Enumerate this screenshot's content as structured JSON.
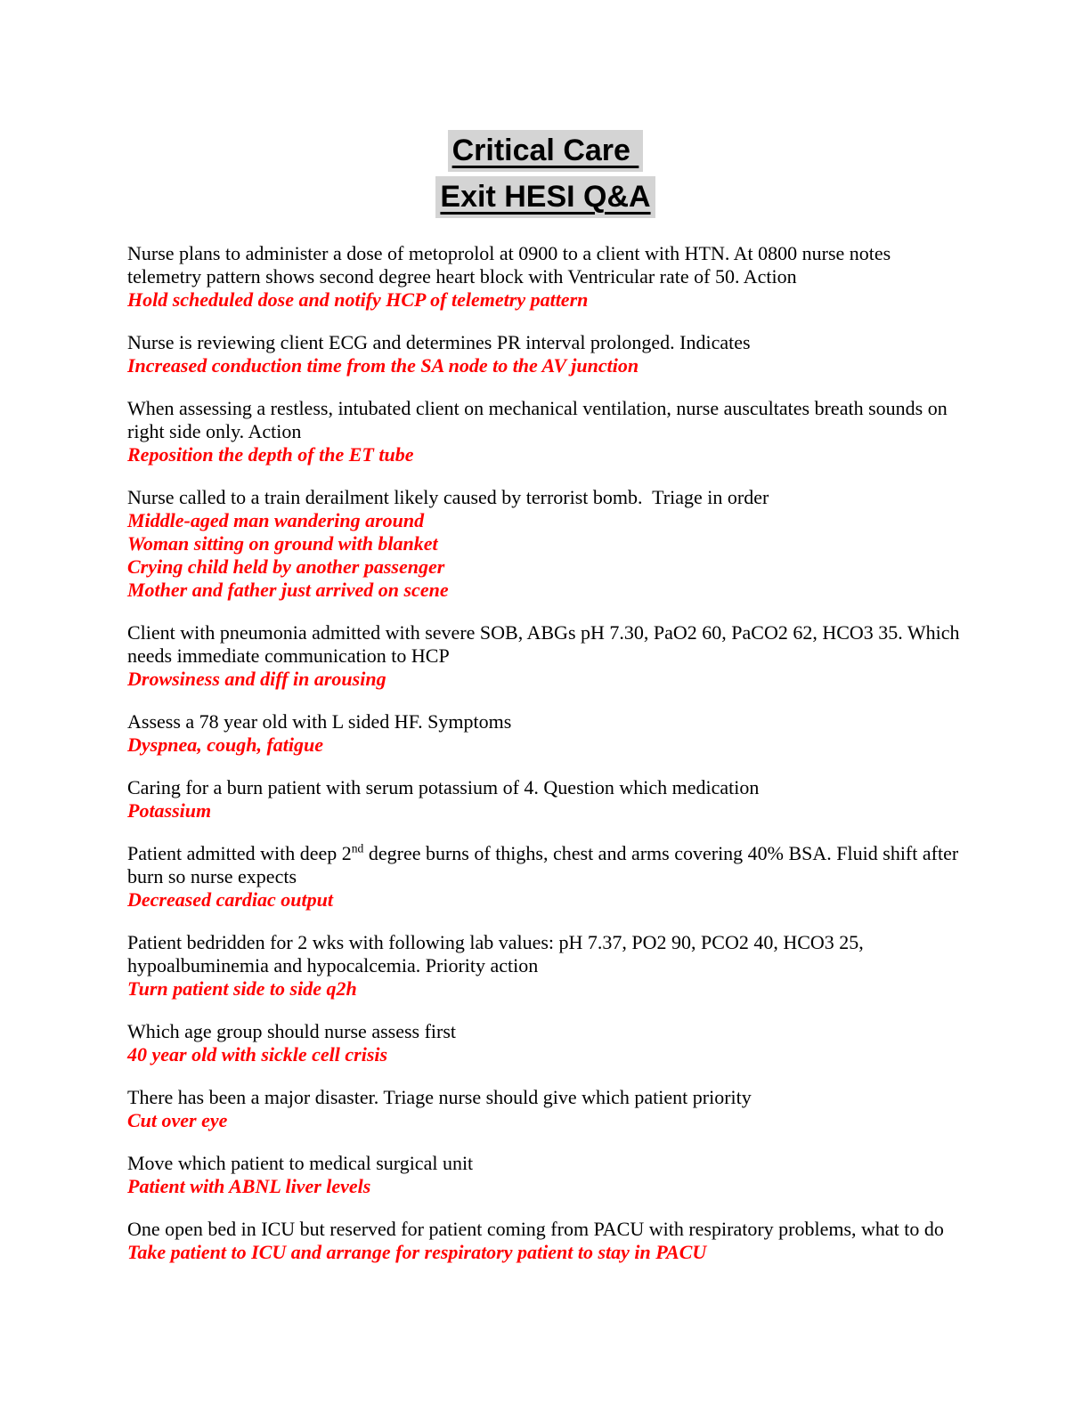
{
  "colors": {
    "answer_red": "#ff0000",
    "title_highlight_gray": "#d4d4d4",
    "body_text": "#000000"
  },
  "title": {
    "line1": "Critical Care ",
    "line2": "Exit HESI Q&A"
  },
  "qa": [
    {
      "question": "Nurse plans to administer a dose of metoprolol at 0900 to a client with HTN. At 0800 nurse notes telemetry pattern shows second degree heart block with Ventricular rate of 50. Action",
      "answers": [
        "Hold scheduled dose and notify HCP of telemetry pattern"
      ]
    },
    {
      "question": "Nurse is reviewing client ECG and determines PR interval prolonged. Indicates",
      "answers": [
        "Increased conduction time from the SA node to the AV junction"
      ]
    },
    {
      "question": "When assessing a restless, intubated client on mechanical ventilation, nurse auscultates breath sounds on right side only. Action",
      "answers": [
        "Reposition the depth of the ET tube"
      ]
    },
    {
      "question": "Nurse called to a train derailment likely caused by terrorist bomb.  Triage in order",
      "answers": [
        "Middle-aged man wandering around",
        "Woman sitting on ground with blanket",
        "Crying child held by another passenger",
        "Mother and father just arrived on scene"
      ]
    },
    {
      "question": "Client with pneumonia admitted with severe SOB, ABGs pH 7.30, PaO2 60, PaCO2 62, HCO3 35. Which needs immediate communication to HCP",
      "answers": [
        "Drowsiness and diff in arousing"
      ]
    },
    {
      "question": "Assess a 78 year old with L sided HF. Symptoms",
      "answers": [
        "Dyspnea, cough, fatigue"
      ]
    },
    {
      "question": "Caring for a burn patient with serum potassium of 4. Question which medication",
      "answers": [
        "Potassium"
      ]
    },
    {
      "question_pre": "Patient admitted with deep 2",
      "question_sup": "nd",
      "question_post": " degree burns of thighs, chest and arms covering 40% BSA. Fluid shift after burn so nurse expects",
      "answers": [
        "Decreased cardiac output"
      ]
    },
    {
      "question": "Patient bedridden for 2 wks with following lab values: pH 7.37, PO2 90, PCO2 40, HCO3 25, hypoalbuminemia and hypocalcemia. Priority action",
      "answers": [
        "Turn patient side to side q2h"
      ]
    },
    {
      "question": "Which age group should nurse assess first",
      "answers": [
        "40 year old with sickle cell crisis"
      ]
    },
    {
      "question": "There has been a major disaster. Triage nurse should give which patient priority",
      "answers": [
        "Cut over eye"
      ]
    },
    {
      "question": "Move which patient to medical surgical unit",
      "answers": [
        "Patient with ABNL liver levels"
      ]
    },
    {
      "question": "One open bed in ICU but reserved for patient coming from PACU with respiratory problems, what to do",
      "answers": [
        "Take patient to ICU and arrange for respiratory patient to stay in PACU"
      ]
    }
  ]
}
